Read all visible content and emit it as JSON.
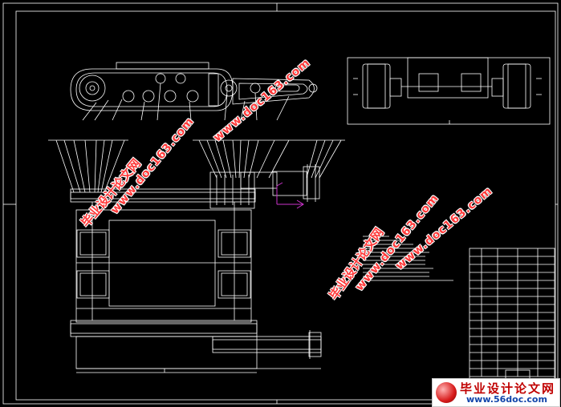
{
  "drawing": {
    "line_color": "#ffffff",
    "accent_color": "#cc33cc",
    "background": "#000000"
  },
  "watermarks": {
    "cn": "毕业设计论文网",
    "url": "www.doc163.com",
    "color": "#ff3b3b"
  },
  "badge": {
    "cn": "毕业设计论文网",
    "url": "www.56doc.com"
  }
}
